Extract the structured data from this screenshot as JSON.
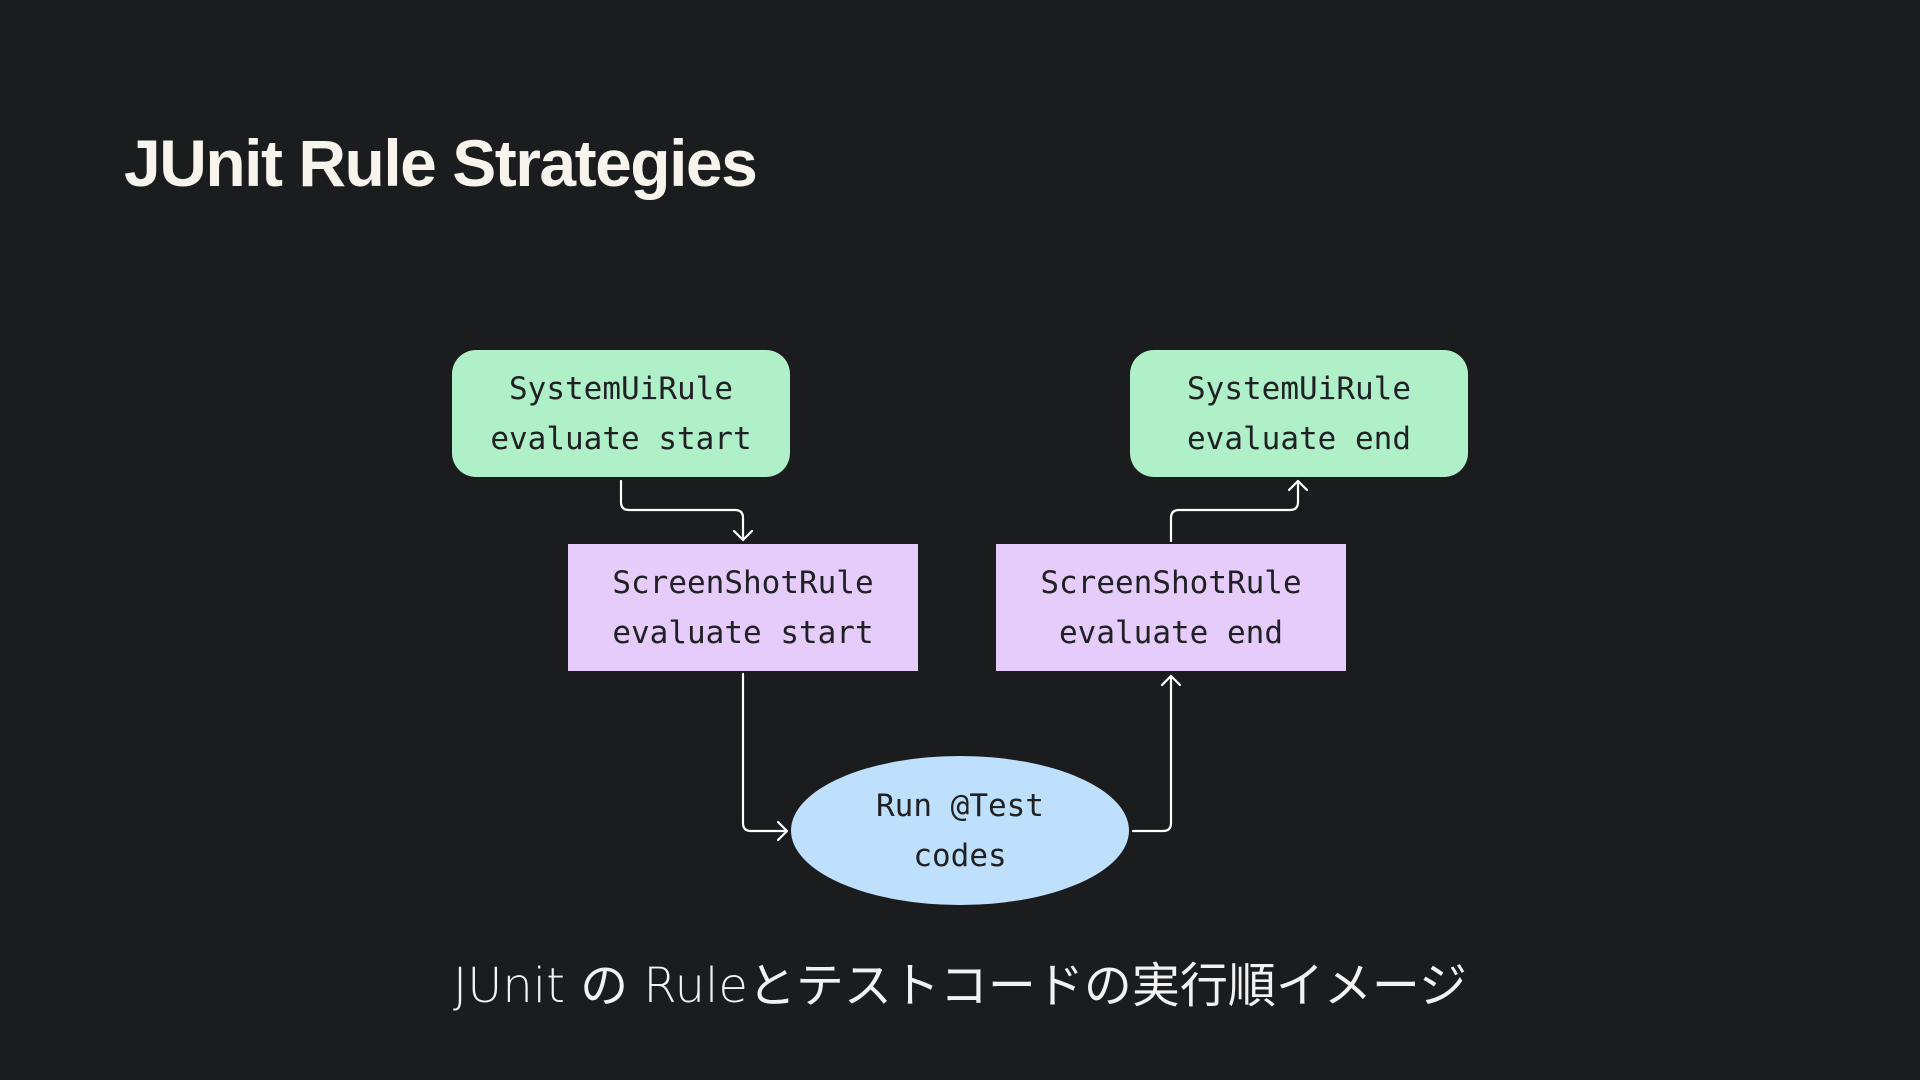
{
  "title": "JUnit Rule Strategies",
  "nodes": {
    "systemui_start": {
      "line1": "SystemUiRule",
      "line2": "evaluate start"
    },
    "systemui_end": {
      "line1": "SystemUiRule",
      "line2": "evaluate end"
    },
    "screenshot_start": {
      "line1": "ScreenShotRule",
      "line2": "evaluate start"
    },
    "screenshot_end": {
      "line1": "ScreenShotRule",
      "line2": "evaluate end"
    },
    "run_test": {
      "line1": "Run @Test",
      "line2": "codes"
    }
  },
  "caption": "JUnit の Ruleとテストコードの実行順イメージ",
  "colors": {
    "background": "#1b1c1e",
    "systemui": "#b0f0c8",
    "screenshot": "#e6ccfa",
    "run_test": "#bfe0fc",
    "connector": "#ffffff"
  }
}
